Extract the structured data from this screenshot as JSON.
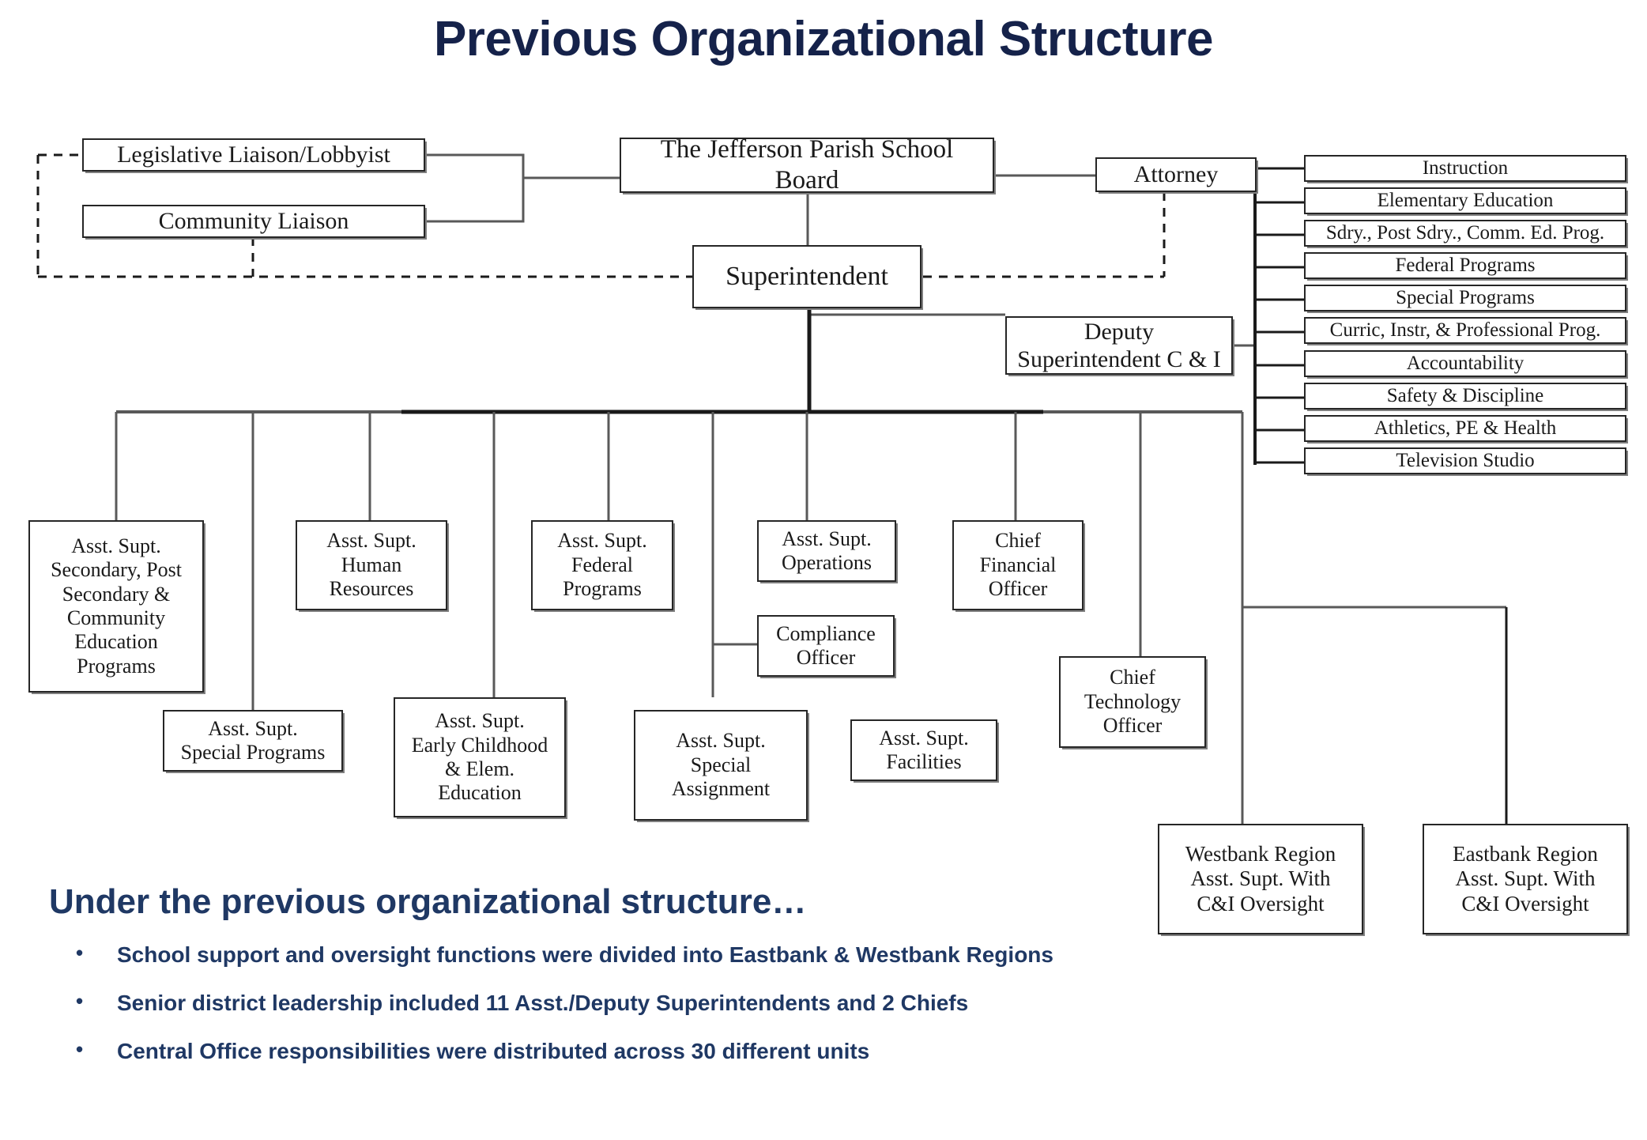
{
  "title": "Previous Organizational Structure",
  "colors": {
    "title": "#15224A",
    "body_text": "#1F3864",
    "box_border": "#262626",
    "box_shadow": "#7f7f7f",
    "connector": "#595959",
    "connector_dark": "#1a1a1a"
  },
  "chart_data": {
    "type": "diagram",
    "title": "Previous Organizational Structure",
    "nodes": {
      "legislative_liaison": "Legislative Liaison/Lobbyist",
      "community_liaison": "Community Liaison",
      "school_board": "The Jefferson Parish School Board",
      "attorney": "Attorney",
      "superintendent": "Superintendent",
      "deputy_superintendent": "Deputy Superintendent C & I",
      "asst_secondary": "Asst. Supt. Secondary, Post Secondary & Community Education Programs",
      "asst_special_programs": "Asst. Supt. Special Programs",
      "asst_human_resources": "Asst. Supt. Human Resources",
      "asst_early_childhood": "Asst. Supt. Early Childhood & Elem. Education",
      "asst_federal_programs": "Asst. Supt. Federal Programs",
      "asst_special_assignment": "Asst. Supt. Special Assignment",
      "asst_operations": "Asst. Supt. Operations",
      "compliance_officer": "Compliance Officer",
      "asst_facilities": "Asst. Supt. Facilities",
      "chief_financial_officer": "Chief Financial Officer",
      "chief_technology_officer": "Chief Technology Officer",
      "westbank_region": "Westbank Region Asst. Supt. With C&I Oversight",
      "eastbank_region": "Eastbank Region Asst. Supt. With C&I Oversight"
    },
    "ci_departments": [
      "Instruction",
      "Elementary Education",
      "Sdry., Post Sdry., Comm. Ed. Prog.",
      "Federal Programs",
      "Special Programs",
      "Curric, Instr, & Professional Prog.",
      "Accountability",
      "Safety & Discipline",
      "Athletics, PE & Health",
      "Television Studio"
    ]
  },
  "boxes": {
    "legislative_liaison": {
      "l1": "Legislative Liaison/Lobbyist"
    },
    "community_liaison": {
      "l1": "Community Liaison"
    },
    "school_board": {
      "l1": "The Jefferson Parish School",
      "l2": "Board"
    },
    "attorney": {
      "l1": "Attorney"
    },
    "superintendent": {
      "l1": "Superintendent"
    },
    "deputy_superintendent": {
      "l1": "Deputy",
      "l2": "Superintendent C & I"
    },
    "asst_secondary": {
      "l1": "Asst. Supt.",
      "l2": "Secondary, Post",
      "l3": "Secondary &",
      "l4": "Community",
      "l5": "Education",
      "l6": "Programs"
    },
    "asst_special_programs": {
      "l1": "Asst. Supt.",
      "l2": "Special Programs"
    },
    "asst_human_resources": {
      "l1": "Asst. Supt.",
      "l2": "Human",
      "l3": "Resources"
    },
    "asst_early_childhood": {
      "l1": "Asst. Supt.",
      "l2": "Early Childhood",
      "l3": "& Elem.",
      "l4": "Education"
    },
    "asst_federal_programs": {
      "l1": "Asst. Supt.",
      "l2": "Federal",
      "l3": "Programs"
    },
    "asst_special_assignment": {
      "l1": "Asst. Supt.",
      "l2": "Special",
      "l3": "Assignment"
    },
    "asst_operations": {
      "l1": "Asst. Supt.",
      "l2": "Operations"
    },
    "compliance_officer": {
      "l1": "Compliance",
      "l2": "Officer"
    },
    "asst_facilities": {
      "l1": "Asst. Supt.",
      "l2": "Facilities"
    },
    "chief_financial_officer": {
      "l1": "Chief",
      "l2": "Financial",
      "l3": "Officer"
    },
    "chief_technology_officer": {
      "l1": "Chief",
      "l2": "Technology",
      "l3": "Officer"
    },
    "westbank_region": {
      "l1": "Westbank Region",
      "l2": "Asst. Supt. With",
      "l3": "C&I Oversight"
    },
    "eastbank_region": {
      "l1": "Eastbank Region",
      "l2": "Asst. Supt. With",
      "l3": "C&I Oversight"
    }
  },
  "ci_departments": [
    {
      "label": "Instruction"
    },
    {
      "label": "Elementary Education"
    },
    {
      "label": "Sdry., Post Sdry., Comm. Ed. Prog."
    },
    {
      "label": "Federal Programs"
    },
    {
      "label": "Special Programs"
    },
    {
      "label": "Curric, Instr, & Professional Prog."
    },
    {
      "label": "Accountability"
    },
    {
      "label": "Safety & Discipline"
    },
    {
      "label": "Athletics, PE & Health"
    },
    {
      "label": "Television Studio"
    }
  ],
  "summary": {
    "heading": "Under the previous organizational structure…",
    "bullet_glyph": "•",
    "bullets": [
      "School support and oversight functions were divided into Eastbank & Westbank Regions",
      "Senior district leadership included 11 Asst./Deputy Superintendents and 2 Chiefs",
      "Central Office responsibilities were distributed across 30 different units"
    ]
  }
}
